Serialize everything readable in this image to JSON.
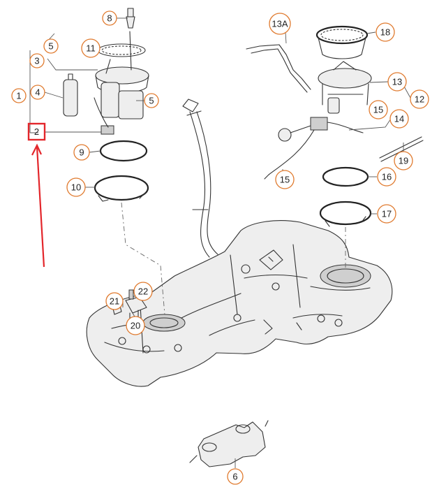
{
  "colors": {
    "callout_outline": "#e07a2e",
    "highlight": "#e3262b",
    "line": "#333333"
  },
  "callouts": [
    {
      "id": "c1",
      "label": "1"
    },
    {
      "id": "c2",
      "label": "2",
      "highlighted": true
    },
    {
      "id": "c3",
      "label": "3"
    },
    {
      "id": "c4",
      "label": "4"
    },
    {
      "id": "c5a",
      "label": "5"
    },
    {
      "id": "c5b",
      "label": "5"
    },
    {
      "id": "c6",
      "label": "6"
    },
    {
      "id": "c8",
      "label": "8"
    },
    {
      "id": "c9",
      "label": "9"
    },
    {
      "id": "c10",
      "label": "10"
    },
    {
      "id": "c11",
      "label": "11"
    },
    {
      "id": "c12",
      "label": "12"
    },
    {
      "id": "c13",
      "label": "13"
    },
    {
      "id": "c13a",
      "label": "13A"
    },
    {
      "id": "c14",
      "label": "14"
    },
    {
      "id": "c15a",
      "label": "15"
    },
    {
      "id": "c15b",
      "label": "15"
    },
    {
      "id": "c16",
      "label": "16"
    },
    {
      "id": "c17",
      "label": "17"
    },
    {
      "id": "c18",
      "label": "18"
    },
    {
      "id": "c19",
      "label": "19"
    },
    {
      "id": "c20",
      "label": "20"
    },
    {
      "id": "c21",
      "label": "21"
    },
    {
      "id": "c22",
      "label": "22"
    }
  ]
}
